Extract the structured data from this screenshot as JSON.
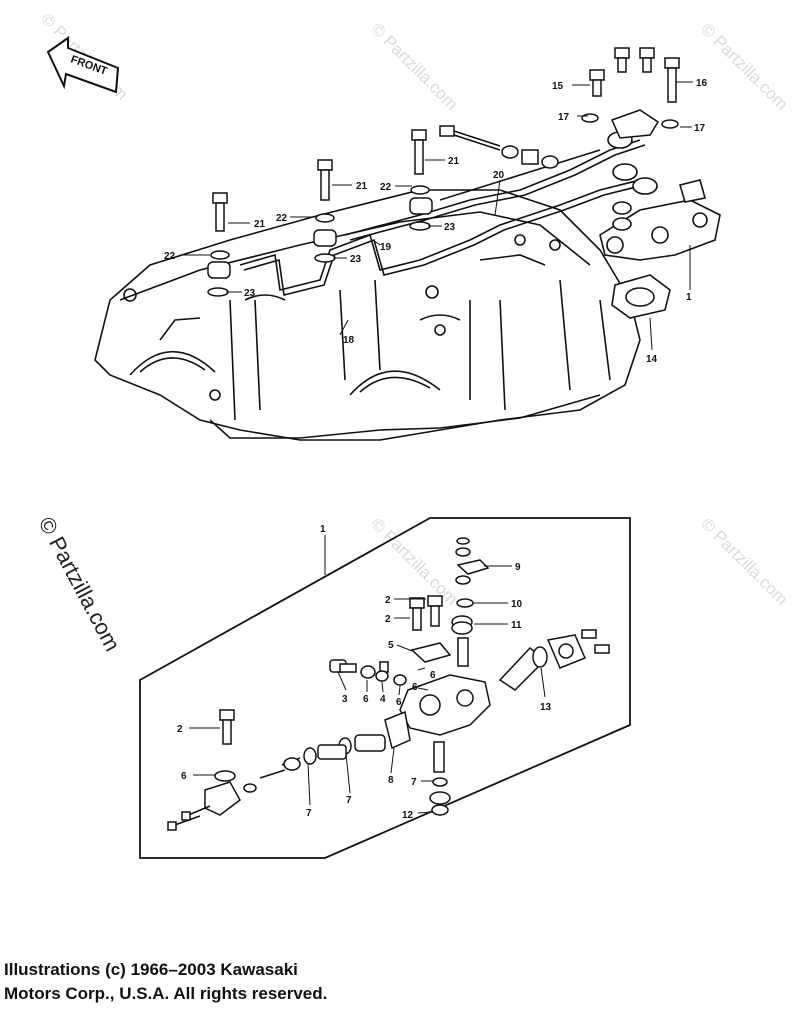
{
  "watermarks": {
    "small": "© Partzilla.com",
    "large": "© Partzilla.com"
  },
  "front_label": "FRONT",
  "callouts": {
    "upper": {
      "c15": "15",
      "c16": "16",
      "c17a": "17",
      "c17b": "17",
      "c21a": "21",
      "c21b": "21",
      "c21c": "21",
      "c22a": "22",
      "c22b": "22",
      "c22c": "22",
      "c20": "20",
      "c19": "19",
      "c23a": "23",
      "c23b": "23",
      "c23c": "23",
      "c18": "18",
      "c1": "1",
      "c14": "14"
    },
    "lower": {
      "c1": "1",
      "c9": "9",
      "c10": "10",
      "c11": "11",
      "c2a": "2",
      "c2b": "2",
      "c2c": "2",
      "c5": "5",
      "c3": "3",
      "c6a": "6",
      "c4": "4",
      "c6b": "6",
      "c6c": "6",
      "c6d": "6",
      "c13": "13",
      "c8": "8",
      "c7a": "7",
      "c7b": "7",
      "c7c": "7",
      "c12": "12"
    }
  },
  "copyright": {
    "line1": "Illustrations (c) 1966–2003 Kawasaki",
    "line2": "Motors Corp., U.S.A.  All rights reserved."
  }
}
